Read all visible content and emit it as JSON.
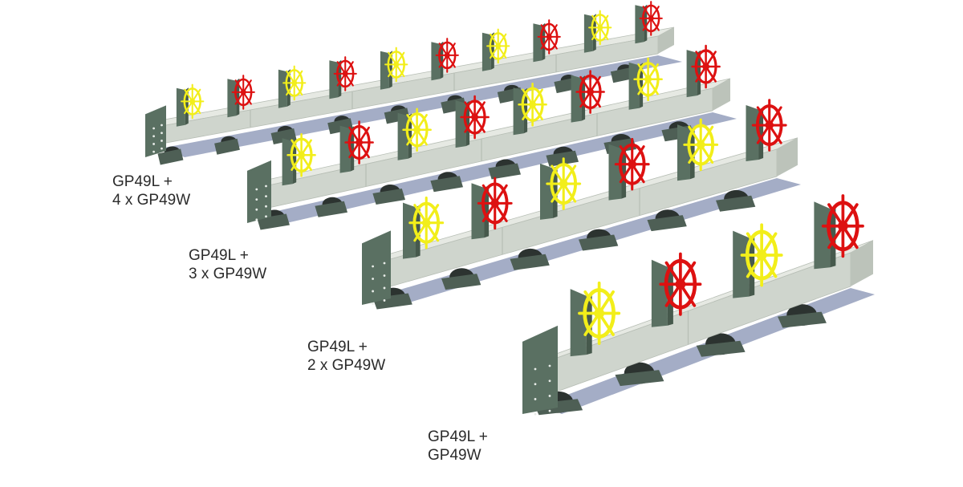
{
  "colors": {
    "beam_top": "#e6e9e3",
    "beam_front": "#cfd5cd",
    "beam_seam": "#b7beb5",
    "post": "#5a7062",
    "post_dark": "#46594c",
    "base": "#4e5f55",
    "spring": "#2c3330",
    "shadow": "#5a6a98",
    "wheel_red": "#dd1111",
    "wheel_yellow": "#f2ee1a"
  },
  "configurations": [
    {
      "line1": "GP49L +",
      "line2": "4 x GP49W"
    },
    {
      "line1": "GP49L +",
      "line2": "3 x GP49W"
    },
    {
      "line1": "GP49L +",
      "line2": "2 x GP49W"
    },
    {
      "line1": "GP49L +",
      "line2": "GP49W"
    }
  ]
}
